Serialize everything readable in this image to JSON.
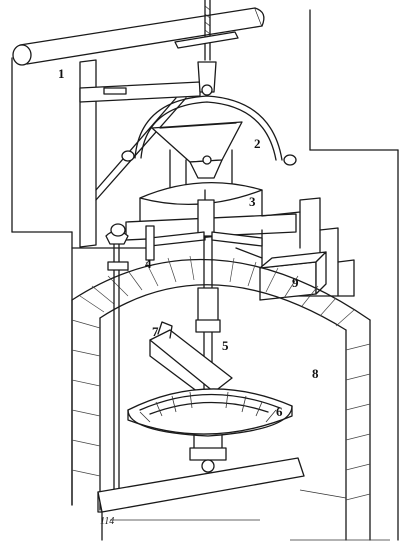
{
  "labels": [
    {
      "id": "label-1",
      "text": "1"
    },
    {
      "id": "label-2",
      "text": "2"
    },
    {
      "id": "label-3",
      "text": "3"
    },
    {
      "id": "label-4",
      "text": "4"
    },
    {
      "id": "label-5",
      "text": "5"
    },
    {
      "id": "label-6",
      "text": "6"
    },
    {
      "id": "label-7",
      "text": "7"
    },
    {
      "id": "label-8",
      "text": "8"
    },
    {
      "id": "label-9",
      "text": "9"
    }
  ],
  "signature": "114",
  "colors": {
    "ink": "#1a1a1a",
    "paper": "#ffffff"
  }
}
